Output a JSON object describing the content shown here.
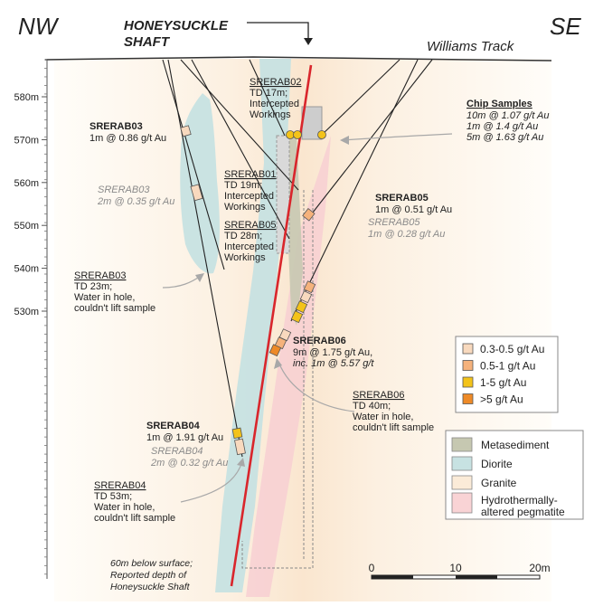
{
  "header": {
    "left_dir": "NW",
    "right_dir": "SE",
    "shaft_line1": "HONEYSUCKLE",
    "shaft_line2": "SHAFT",
    "track": "Williams Track"
  },
  "depth_axis": {
    "ticks": [
      "580m",
      "570m",
      "560m",
      "550m",
      "540m",
      "530m"
    ]
  },
  "chip_samples": {
    "title": "Chip Samples",
    "lines": [
      "10m @ 1.07 g/t Au",
      "1m @ 1.4 g/t Au",
      "5m @ 1.63 g/t Au"
    ]
  },
  "holes": {
    "srerab02": {
      "id": "SRERAB02",
      "lines": [
        "TD 17m;",
        "Intercepted",
        "Workings"
      ]
    },
    "srerab01": {
      "id": "SRERAB01",
      "lines": [
        "TD 19m;",
        "Intercepted",
        "Workings"
      ]
    },
    "srerab05_td": {
      "id": "SRERAB05",
      "lines": [
        "TD 28m;",
        "Intercepted",
        "Workings"
      ]
    },
    "srerab03_int": {
      "id": "SRERAB03",
      "line": "1m @ 0.86 g/t Au"
    },
    "srerab03_grey": {
      "id": "SRERAB03",
      "line": "2m @ 0.35 g/t Au"
    },
    "srerab03_td": {
      "id": "SRERAB03",
      "lines": [
        "TD 23m;",
        "Water in hole,",
        "couldn't lift sample"
      ]
    },
    "srerab05_int": {
      "id": "SRERAB05",
      "line": "1m @ 0.51 g/t Au"
    },
    "srerab05_grey": {
      "id": "SRERAB05",
      "line": "1m @ 0.28 g/t Au"
    },
    "srerab06_int": {
      "id": "SRERAB06",
      "lines": [
        "9m @ 1.75 g/t Au,",
        "inc. 1m @ 5.57 g/t"
      ]
    },
    "srerab06_td": {
      "id": "SRERAB06",
      "lines": [
        "TD 40m;",
        "Water in hole,",
        "couldn't lift sample"
      ]
    },
    "srerab04_int": {
      "id": "SRERAB04",
      "line": "1m @ 1.91 g/t Au"
    },
    "srerab04_grey": {
      "id": "SRERAB04",
      "line": "2m @ 0.32 g/t Au"
    },
    "srerab04_td": {
      "id": "SRERAB04",
      "lines": [
        "TD 53m;",
        "Water in hole,",
        "couldn't lift sample"
      ]
    }
  },
  "shaft_note": {
    "lines": [
      "60m below surface;",
      "Reported depth of",
      "Honeysuckle Shaft"
    ]
  },
  "grade_legend": {
    "items": [
      {
        "label": "0.3-0.5 g/t Au",
        "color": "#f8d9be"
      },
      {
        "label": "0.5-1 g/t Au",
        "color": "#f5b27c"
      },
      {
        "label": "1-5 g/t Au",
        "color": "#f3c31a"
      },
      {
        "label": ">5 g/t Au",
        "color": "#ee8a27"
      }
    ]
  },
  "geology_legend": {
    "items": [
      {
        "lines": [
          "Metasediment"
        ],
        "color": "#c6c8b1"
      },
      {
        "lines": [
          "Diorite"
        ],
        "color": "#c7e2e2"
      },
      {
        "lines": [
          "Granite"
        ],
        "color": "#fbebd8"
      },
      {
        "lines": [
          "Hydrothermally-",
          "altered pegmatite"
        ],
        "color": "#f9d3d5"
      }
    ]
  },
  "scale_bar": {
    "labels": [
      "0",
      "10",
      "20m"
    ]
  }
}
